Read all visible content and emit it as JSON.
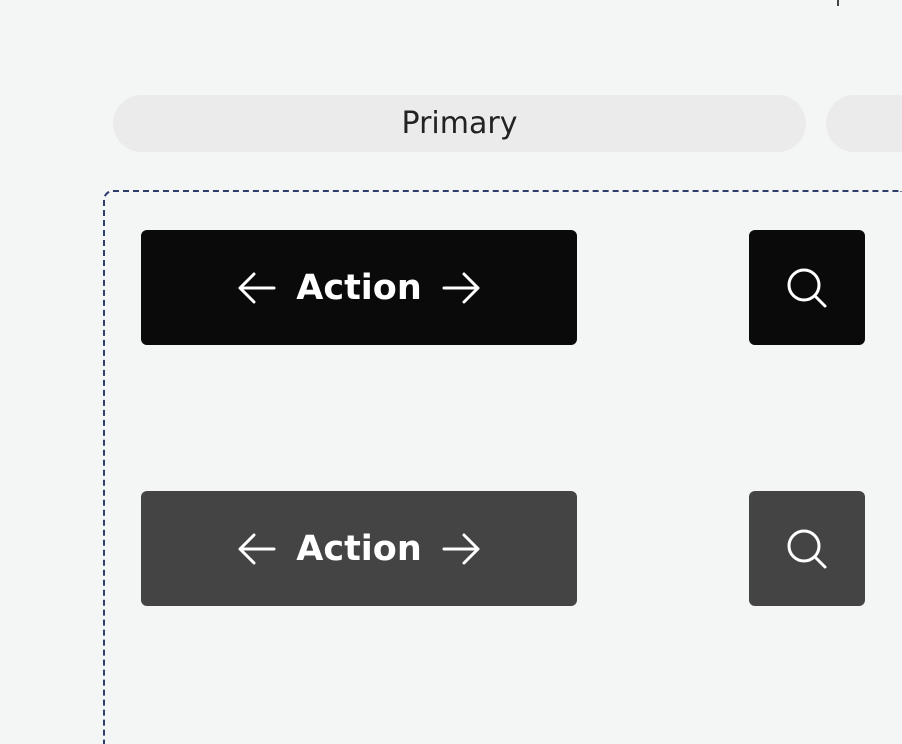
{
  "tabs": [
    {
      "label": "Primary"
    },
    {
      "label": ""
    }
  ],
  "buttons": [
    {
      "variant": "default",
      "label": "Action",
      "bg": "#0a0a0a",
      "icon_left": "arrow-left-icon",
      "icon_right": "arrow-right-icon",
      "icon_only": "search-icon"
    },
    {
      "variant": "hover",
      "label": "Action",
      "bg": "#444444",
      "icon_left": "arrow-left-icon",
      "icon_right": "arrow-right-icon",
      "icon_only": "search-icon"
    }
  ],
  "colors": {
    "background": "#f4f5f5",
    "tab_bg": "#ebebeb",
    "frame_border": "#2f3d6b"
  }
}
